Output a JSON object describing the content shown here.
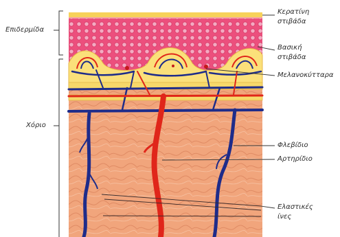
{
  "labels": {
    "epidermis": "Επιδερμίδα",
    "dermis": "Χόριο",
    "keratin_layer_l1": "Κερατίνη",
    "keratin_layer_l2": "στιβάδα",
    "basal_layer_l1": "Βασική",
    "basal_layer_l2": "στιβάδα",
    "melanocytes": "Μελανοκύτταρα",
    "vein": "Φλεβίδιο",
    "artery": "Αρτηρίδιο",
    "elastic_fibers_l1": "Ελαστικές",
    "elastic_fibers_l2": "ίνες"
  },
  "colors": {
    "keratin": "#f7d25a",
    "epidermis_pink": "#ec4f7d",
    "epidermis_cell": "#f2a8c0",
    "papilla": "#fbe07a",
    "dermis": "#f1a57c",
    "dermis_dark": "#e48a63",
    "vein": "#1e2c8a",
    "artery": "#e0261a",
    "band": "#f7d86a",
    "leader": "#333333"
  }
}
